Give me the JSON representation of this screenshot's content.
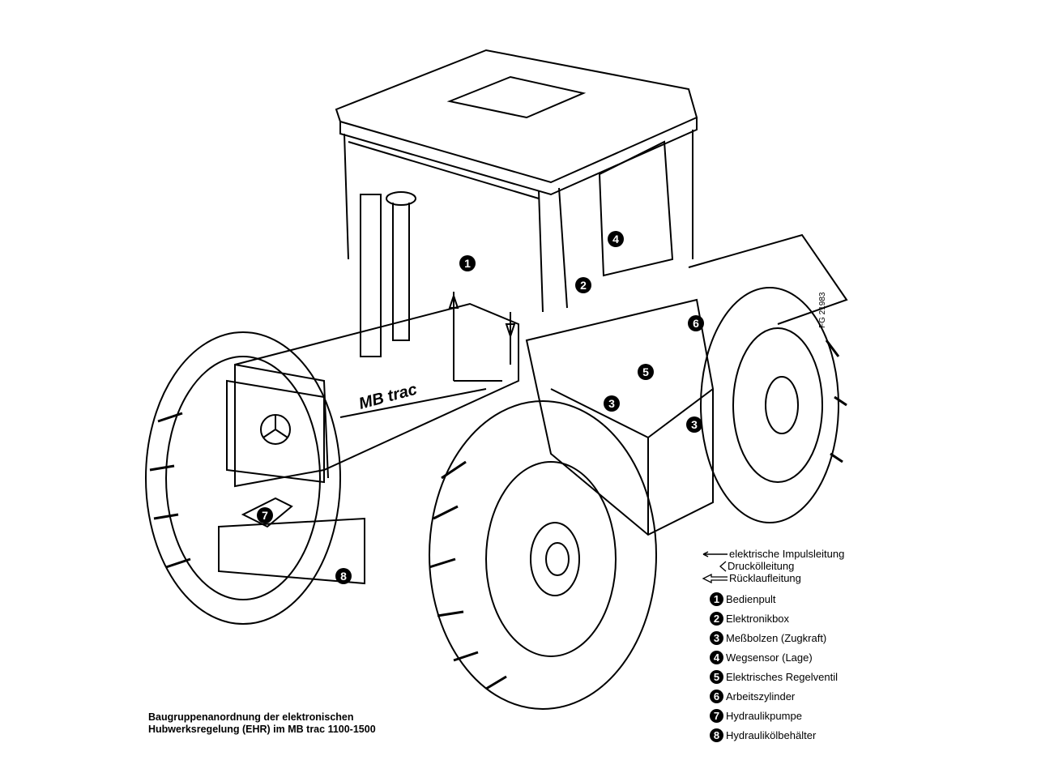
{
  "diagram": {
    "logo_text": "MB trac",
    "figure_code": "FG 21983",
    "caption": {
      "line1": "Baugruppenanordnung der elektronischen",
      "line2": "Hubwerksregelung (EHR) im MB trac 1100-1500"
    },
    "line_legend": [
      {
        "icon": "thin-arrow-left-icon",
        "label": "elektrische Impulsleitung"
      },
      {
        "icon": "outline-arrow-up-icon",
        "label": "Druckölleitung"
      },
      {
        "icon": "outline-arrow-left-icon",
        "label": "Rücklaufleitung"
      }
    ],
    "components": [
      {
        "number": "1",
        "label": "Bedienpult"
      },
      {
        "number": "2",
        "label": "Elektronikbox"
      },
      {
        "number": "3",
        "label": "Meßbolzen (Zugkraft)"
      },
      {
        "number": "4",
        "label": "Wegsensor (Lage)"
      },
      {
        "number": "5",
        "label": "Elektrisches Regelventil"
      },
      {
        "number": "6",
        "label": "Arbeitszylinder"
      },
      {
        "number": "7",
        "label": "Hydraulikpumpe"
      },
      {
        "number": "8",
        "label": "Hydraulikölbehälter"
      }
    ],
    "callouts": [
      "1",
      "2",
      "3",
      "3",
      "4",
      "5",
      "6",
      "7",
      "8"
    ]
  }
}
